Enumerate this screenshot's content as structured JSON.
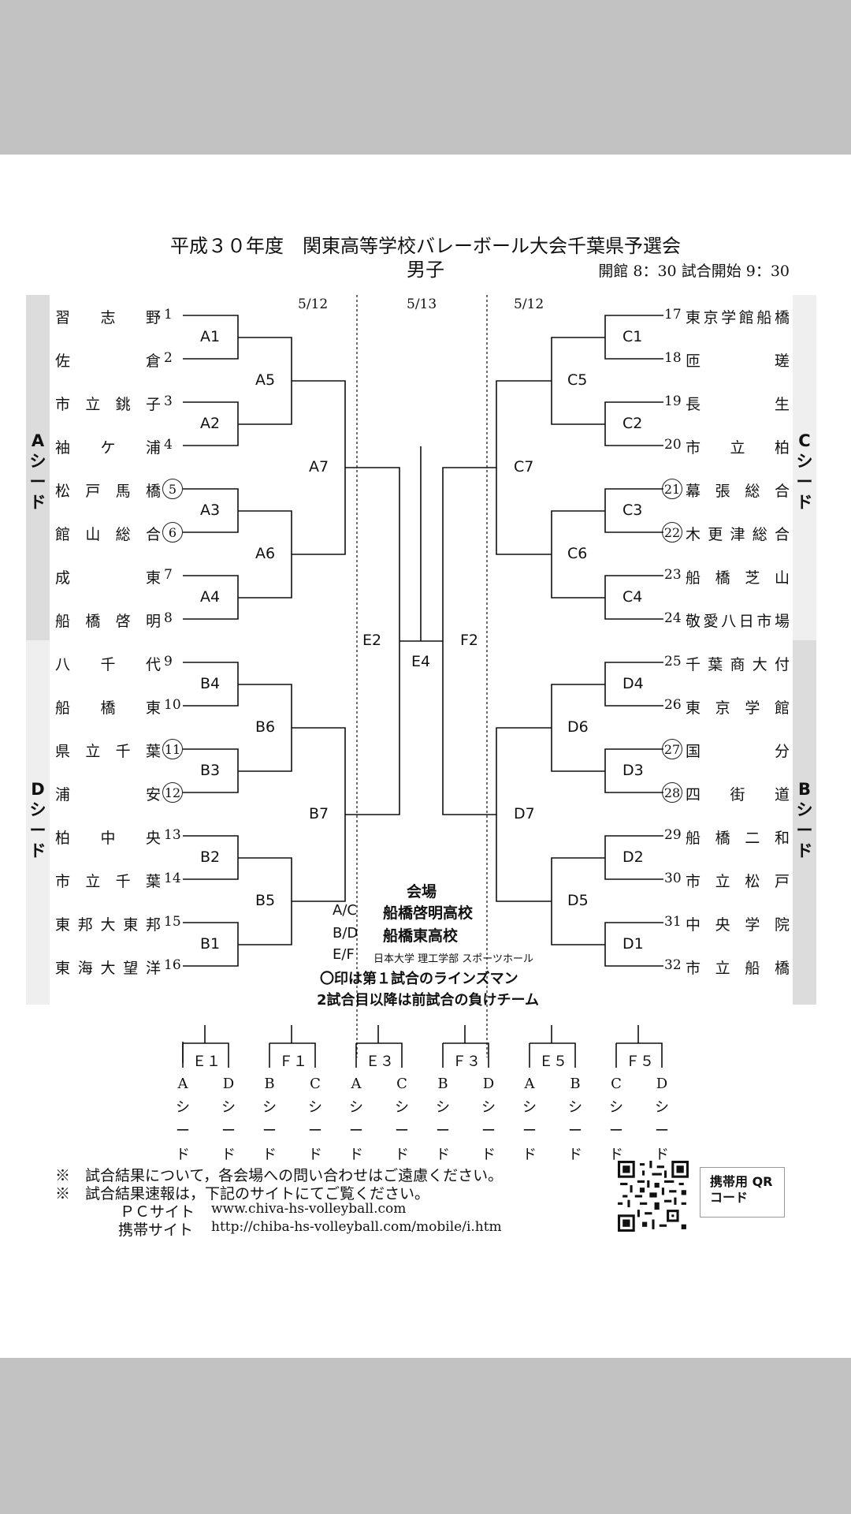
{
  "title": "平成３０年度　関東高等学校バレーボール大会千葉県予選会",
  "subtitle": "男子",
  "opening_time": "開館 8：30 試合開始 9：30",
  "dates": {
    "left": "5/12",
    "center": "5/13",
    "right": "5/12"
  },
  "seed_labels": {
    "A": [
      "A",
      "シ",
      "ー",
      "ド"
    ],
    "D": [
      "D",
      "シ",
      "ー",
      "ド"
    ],
    "C": [
      "C",
      "シ",
      "ー",
      "ド"
    ],
    "B": [
      "B",
      "シ",
      "ー",
      "ド"
    ]
  },
  "left_teams": [
    {
      "name": "習　志　野",
      "num": "1",
      "circled": false
    },
    {
      "name": "佐　　　倉",
      "num": "2",
      "circled": false
    },
    {
      "name": "市立銚子",
      "num": "3",
      "circled": false
    },
    {
      "name": "袖　ケ　浦",
      "num": "4",
      "circled": false
    },
    {
      "name": "松戸馬橋",
      "num": "5",
      "circled": true
    },
    {
      "name": "館山総合",
      "num": "6",
      "circled": true
    },
    {
      "name": "成　　　東",
      "num": "7",
      "circled": false
    },
    {
      "name": "船橋啓明",
      "num": "8",
      "circled": false
    },
    {
      "name": "八　千　代",
      "num": "9",
      "circled": false
    },
    {
      "name": "船　橋　東",
      "num": "10",
      "circled": false
    },
    {
      "name": "県立千葉",
      "num": "11",
      "circled": true
    },
    {
      "name": "浦　　　安",
      "num": "12",
      "circled": true
    },
    {
      "name": "柏　中　央",
      "num": "13",
      "circled": false
    },
    {
      "name": "市立千葉",
      "num": "14",
      "circled": false
    },
    {
      "name": "東邦大東邦",
      "num": "15",
      "circled": false
    },
    {
      "name": "東海大望洋",
      "num": "16",
      "circled": false
    }
  ],
  "right_teams": [
    {
      "name": "東京学館船橋",
      "num": "17",
      "circled": false
    },
    {
      "name": "匝　　　瑳",
      "num": "18",
      "circled": false
    },
    {
      "name": "長　　　生",
      "num": "19",
      "circled": false
    },
    {
      "name": "市　立　柏",
      "num": "20",
      "circled": false
    },
    {
      "name": "幕張総合",
      "num": "21",
      "circled": true
    },
    {
      "name": "木更津総合",
      "num": "22",
      "circled": true
    },
    {
      "name": "船橋芝山",
      "num": "23",
      "circled": false
    },
    {
      "name": "敬愛八日市場",
      "num": "24",
      "circled": false
    },
    {
      "name": "千葉商大付",
      "num": "25",
      "circled": false
    },
    {
      "name": "東京学館",
      "num": "26",
      "circled": false
    },
    {
      "name": "国　　　分",
      "num": "27",
      "circled": true
    },
    {
      "name": "四　街　道",
      "num": "28",
      "circled": true
    },
    {
      "name": "船橋二和",
      "num": "29",
      "circled": false
    },
    {
      "name": "市立松戸",
      "num": "30",
      "circled": false
    },
    {
      "name": "中央学院",
      "num": "31",
      "circled": false
    },
    {
      "name": "市立船橋",
      "num": "32",
      "circled": false
    }
  ],
  "match_labels": {
    "A1": "A1",
    "A2": "A2",
    "A3": "A3",
    "A4": "A4",
    "A5": "A5",
    "A6": "A6",
    "A7": "A7",
    "B1": "B1",
    "B2": "B2",
    "B3": "B3",
    "B4": "B4",
    "B5": "B5",
    "B6": "B6",
    "B7": "B7",
    "C1": "C1",
    "C2": "C2",
    "C3": "C3",
    "C4": "C4",
    "C5": "C5",
    "C6": "C6",
    "C7": "C7",
    "D1": "D1",
    "D2": "D2",
    "D3": "D3",
    "D4": "D4",
    "D5": "D5",
    "D6": "D6",
    "D7": "D7",
    "E2": "E2",
    "E4": "E4",
    "F2": "F2"
  },
  "venue": {
    "heading": "会場",
    "rows": [
      {
        "key": "A/C",
        "place": "船橋啓明高校"
      },
      {
        "key": "B/D",
        "place": "船橋東高校"
      },
      {
        "key": "E/F",
        "place": "日本大学 理工学部 スポーツホール"
      }
    ],
    "note1": "〇印は第１試合のラインズマン",
    "note2": "2試合目以降は前試合の負けチーム"
  },
  "sub_matches": [
    {
      "label": "Ｅ１",
      "left": [
        "A",
        "シ",
        "ー",
        "ド"
      ],
      "right": [
        "D",
        "シ",
        "ー",
        "ド"
      ]
    },
    {
      "label": "Ｆ１",
      "left": [
        "B",
        "シ",
        "ー",
        "ド"
      ],
      "right": [
        "C",
        "シ",
        "ー",
        "ド"
      ]
    },
    {
      "label": "Ｅ３",
      "left": [
        "A",
        "シ",
        "ー",
        "ド"
      ],
      "right": [
        "C",
        "シ",
        "ー",
        "ド"
      ]
    },
    {
      "label": "Ｆ３",
      "left": [
        "B",
        "シ",
        "ー",
        "ド"
      ],
      "right": [
        "D",
        "シ",
        "ー",
        "ド"
      ]
    },
    {
      "label": "Ｅ５",
      "left": [
        "A",
        "シ",
        "ー",
        "ド"
      ],
      "right": [
        "B",
        "シ",
        "ー",
        "ド"
      ]
    },
    {
      "label": "Ｆ５",
      "left": [
        "C",
        "シ",
        "ー",
        "ド"
      ],
      "right": [
        "D",
        "シ",
        "ー",
        "ド"
      ]
    }
  ],
  "footer": {
    "line1": "※　試合結果について，各会場への問い合わせはご遠慮ください。",
    "line2": "※　試合結果速報は，下記のサイトにてご覧ください。",
    "pc_label": "ＰＣサイト",
    "pc_url": "www.chiva-hs-volleyball.com",
    "mobile_label": "携帯サイト",
    "mobile_url": "http://chiba-hs-volleyball.com/mobile/i.htm",
    "qr_text": "携帯用 QRコード"
  }
}
